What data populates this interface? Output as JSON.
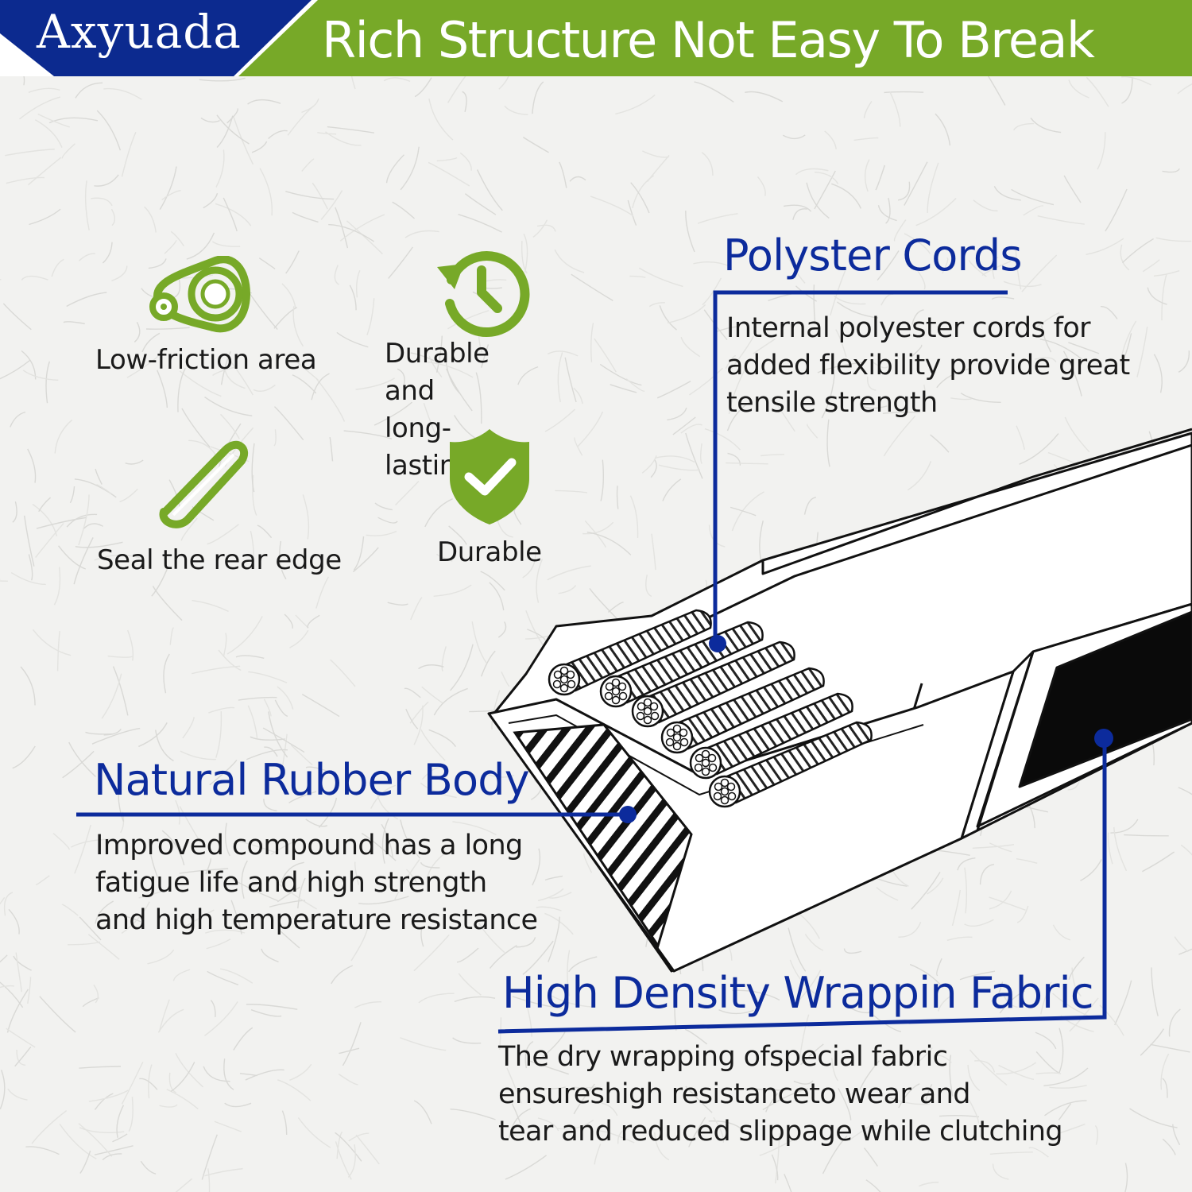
{
  "header": {
    "brand": "Axyuada",
    "title": "Rich Structure  Not Easy To Break",
    "colors": {
      "brand_bg": "#0c2a8f",
      "title_bg": "#77a928"
    }
  },
  "features": [
    {
      "icon": "belt-pulley-icon",
      "label": "Low-friction area"
    },
    {
      "icon": "clock-history-icon",
      "label": "Durable and\nlong-lasting"
    },
    {
      "icon": "paperclip-icon",
      "label": "Seal the rear edge"
    },
    {
      "icon": "shield-check-icon",
      "label": "Durable"
    }
  ],
  "callouts": {
    "polyester": {
      "title": "Polyster Cords",
      "description": "Internal polyester cords for\nadded flexibility provide great\ntensile strength"
    },
    "rubber": {
      "title": "Natural Rubber Body",
      "description": "Improved compound has a long\nfatigue life and high strength\nand high temperature resistance"
    },
    "fabric": {
      "title": "High Density Wrappin Fabric",
      "description": "The dry wrapping ofspecial fabric\nensureshigh resistanceto wear and\ntear and reduced slippage while clutching"
    }
  },
  "colors": {
    "accent_green": "#77a928",
    "callout_blue": "#0c2b9c",
    "text": "#1a1a1a"
  }
}
